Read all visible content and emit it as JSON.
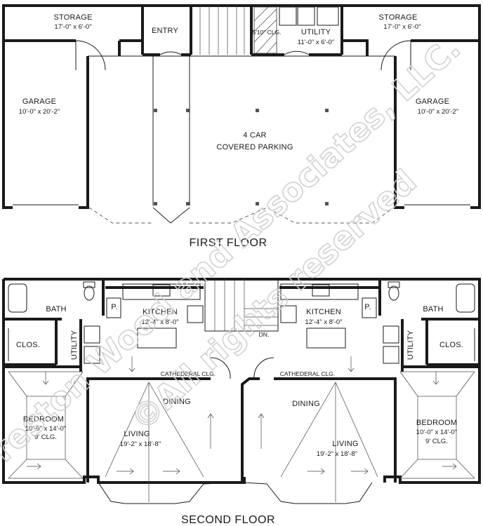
{
  "watermark": {
    "line1": "Preston Wood and Associates, LLC.",
    "line2": "©All rights reserved"
  },
  "first_floor": {
    "title": "FIRST FLOOR",
    "rooms": {
      "storage_left": {
        "name": "STORAGE",
        "size": "17'-0\" x 6'-0\""
      },
      "entry": {
        "name": "ENTRY"
      },
      "utility": {
        "name": "UTILITY",
        "size": "11'-0\" x 6'-0\"",
        "note": "5'10\" CLG."
      },
      "storage_right": {
        "name": "STORAGE",
        "size": "17'-0\" x 6'-0\""
      },
      "garage_left": {
        "name": "GARAGE",
        "size": "10'-0\" x 20'-2\""
      },
      "parking": {
        "name": "4 CAR",
        "subname": "COVERED PARKING"
      },
      "garage_right": {
        "name": "GARAGE",
        "size": "10'-0\" x 20'-2\""
      }
    }
  },
  "second_floor": {
    "title": "SECOND FLOOR",
    "rooms": {
      "bath_left": {
        "name": "BATH"
      },
      "clos_left": {
        "name": "CLOS."
      },
      "utility_left": {
        "name": "UTILITY"
      },
      "pantry_left": {
        "name": "P."
      },
      "kitchen_left": {
        "name": "KITCHEN",
        "size": "12'-4\" x 8'-0\""
      },
      "dn": {
        "name": "DN."
      },
      "kitchen_right": {
        "name": "KITCHEN",
        "size": "12'-4\" x 8'-0\""
      },
      "pantry_right": {
        "name": "P."
      },
      "bath_right": {
        "name": "BATH"
      },
      "utility_right": {
        "name": "UTILITY"
      },
      "clos_right": {
        "name": "CLOS."
      },
      "cath_left": {
        "name": "CATHEDERAL CLG."
      },
      "cath_right": {
        "name": "CATHEDERAL CLG."
      },
      "bedroom_left": {
        "name": "BEDROOM",
        "size": "10'-0\" x 14'-0\"",
        "note": "9' CLG."
      },
      "dining_left": {
        "name": "DINING"
      },
      "living_left": {
        "name": "LIVING",
        "size": "19'-2\" x 18'-8\""
      },
      "dining_right": {
        "name": "DINING"
      },
      "living_right": {
        "name": "LIVING",
        "size": "19'-2\" x 18'-8\""
      },
      "bedroom_right": {
        "name": "BEDROOM",
        "size": "10'-0\" x 14'-0\"",
        "note": "9' CLG."
      }
    }
  }
}
